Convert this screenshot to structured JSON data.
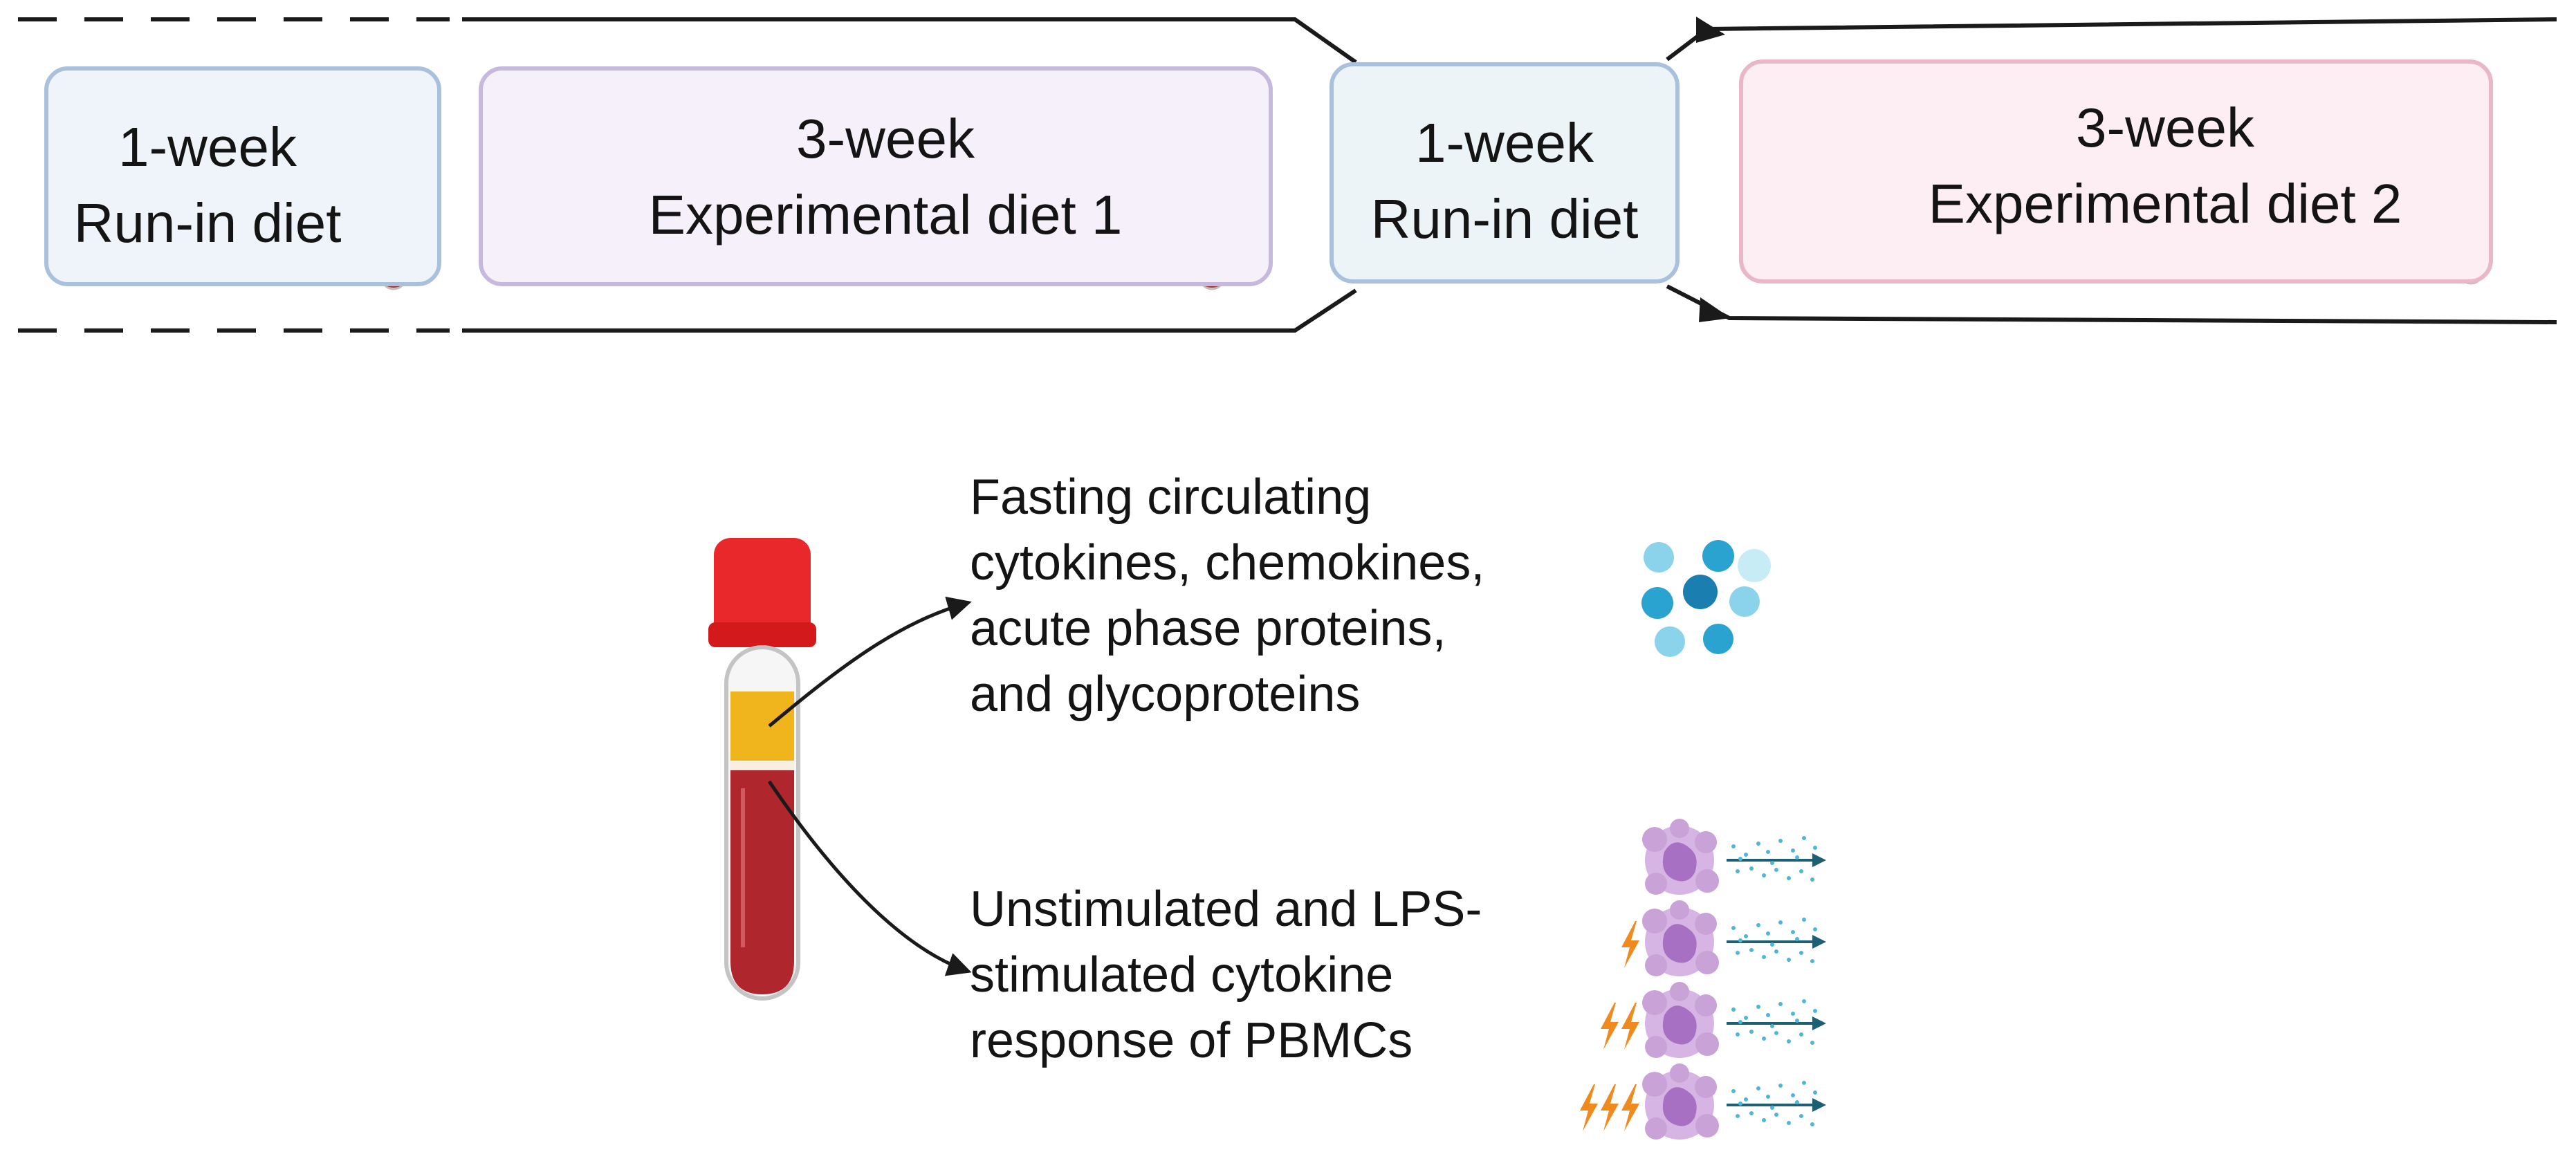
{
  "timeline": {
    "phases": [
      {
        "duration": "1-week",
        "name": "Run-in diet",
        "kind": "run-in",
        "fill": "#eef4f9",
        "border": "#a9c1dd"
      },
      {
        "duration": "3-week",
        "name": "Experimental diet 1",
        "kind": "experimental",
        "fill": "#f6f0fa",
        "border": "#c7b8de"
      },
      {
        "duration": "1-week",
        "name": "Run-in diet",
        "kind": "washout",
        "fill": "#ecf4f8",
        "border": "#a9c1dd"
      },
      {
        "duration": "3-week",
        "name": "Experimental diet 2",
        "kind": "experimental",
        "fill": "#fdeef3",
        "border": "#eab7c6"
      }
    ]
  },
  "outcomes": {
    "circulating": {
      "lines": [
        "Fasting circulating",
        "cytokines, chemokines,",
        "acute phase proteins,",
        "and glycoproteins"
      ],
      "icon": "protein-particles-icon"
    },
    "pbmc": {
      "lines": [
        "Unstimulated and LPS-",
        "stimulated cytokine",
        "response of PBMCs"
      ],
      "icon": "pbmc-stimulation-icon",
      "stimulation_levels": [
        0,
        1,
        2,
        3
      ]
    }
  },
  "colors": {
    "blood": "#b0262d",
    "plasma": "#f0b41c",
    "cap": "#e8282a",
    "lightning": "#f08a1f",
    "cell": "#c9a2d8",
    "particle": "#2aa3d0",
    "arrow": "#1e5f73"
  }
}
